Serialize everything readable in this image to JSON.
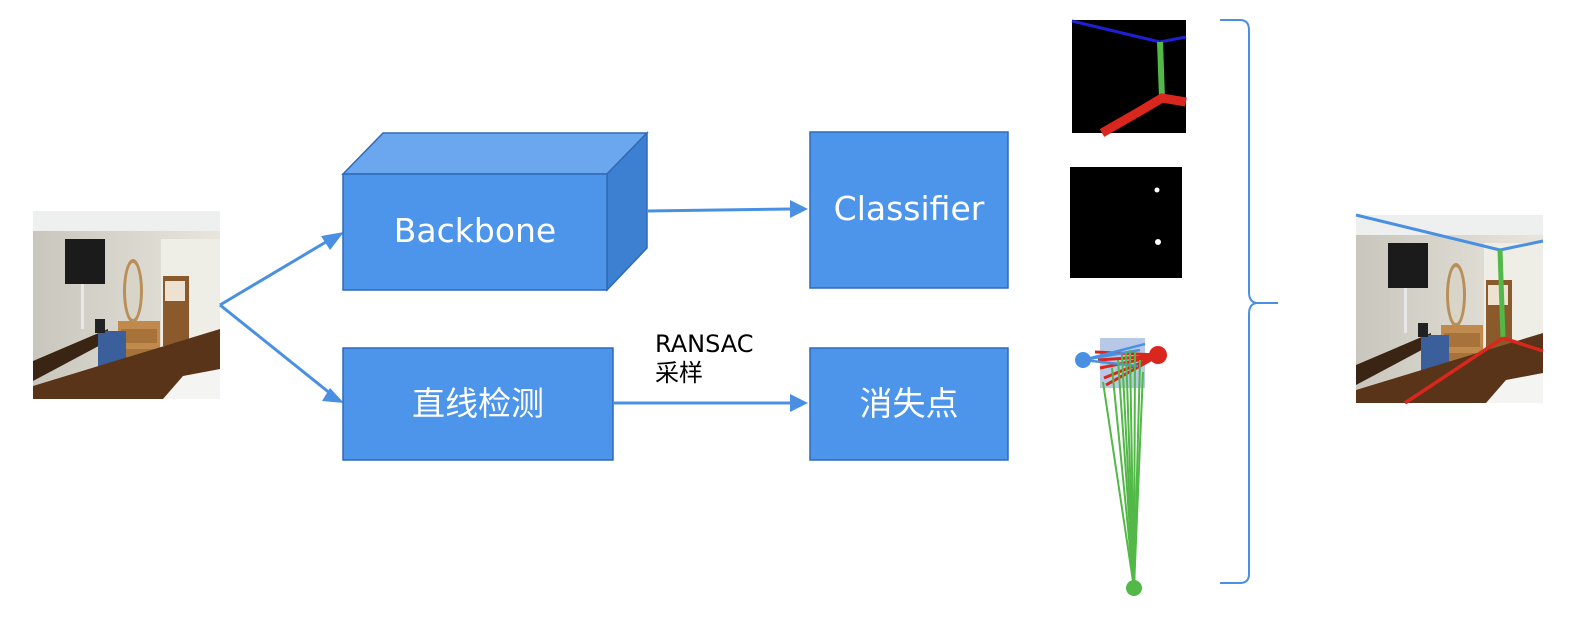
{
  "nodes": {
    "backbone": "Backbone",
    "classifier": "Classifier",
    "line_detection": "直线检测",
    "vanishing_point": "消失点"
  },
  "edge_note": {
    "line1": "RANSAC",
    "line2": "采样"
  },
  "colors": {
    "box_fill": "#4d95ea",
    "box_top": "#6aa7ef",
    "box_side": "#3d7fd1",
    "box_stroke": "#2f6ab7",
    "arrow": "#4a90e2",
    "brace": "#4a90e2",
    "line_red": "#d9271d",
    "line_green": "#52b847",
    "line_blue": "#1f1fd6",
    "point_blue": "#4a90e2"
  }
}
